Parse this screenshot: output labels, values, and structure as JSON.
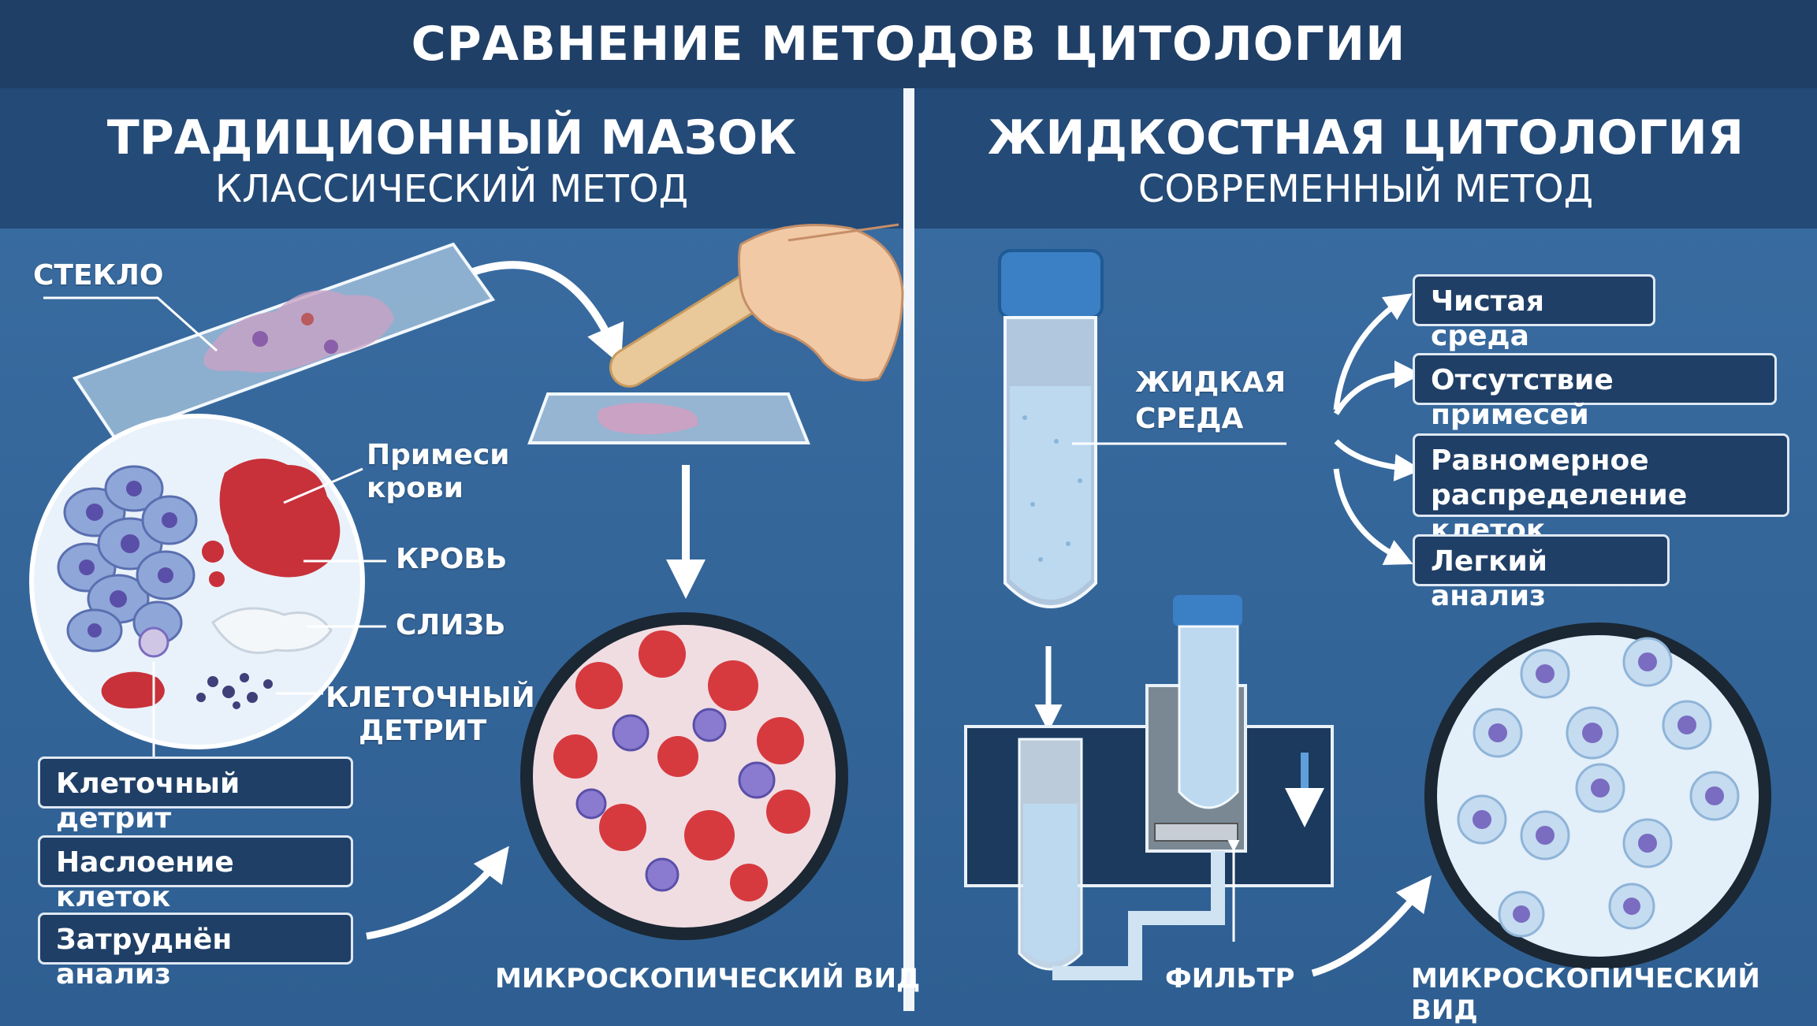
{
  "title": "СРАВНЕНИЕ МЕТОДОВ ЦИТОЛОГИИ",
  "left": {
    "heading": "ТРАДИЦИОННЫЙ МАЗОК",
    "subheading": "КЛАССИЧЕСКИЙ МЕТОД",
    "labels": {
      "glass": "СТЕКЛО",
      "blood_admix_1": "Примеси",
      "blood_admix_2": "крови",
      "blood": "КРОВЬ",
      "mucus": "СЛИЗЬ",
      "debris_1": "КЛЕТОЧНЫЙ",
      "debris_2": "ДЕТРИТ"
    },
    "boxes": [
      "Клеточный детрит",
      "Наслоение клеток",
      "Затруднён анализ"
    ],
    "micro_view": "МИКРОСКОПИЧЕСКИЙ ВИД"
  },
  "right": {
    "heading": "ЖИДКОСТНАЯ ЦИТОЛОГИЯ",
    "subheading": "СОВРЕМЕННЫЙ МЕТОД",
    "liquid_1": "ЖИДКАЯ",
    "liquid_2": "СРЕДА",
    "benefits": [
      "Чистая среда",
      "Отсутствие примесей",
      "Равномерное",
      "распределение клеток",
      "Легкий анализ"
    ],
    "filter": "ФИЛЬТР",
    "micro_view": "МИКРОСКОПИЧЕСКИЙ ВИД"
  },
  "colors": {
    "header": "#1f3f66",
    "panel": "#2f5f92",
    "blood": "#c8313a",
    "cell": "#7a6cc0",
    "tube_cap": "#3b7fc4",
    "liquid": "#bcd9f0"
  }
}
